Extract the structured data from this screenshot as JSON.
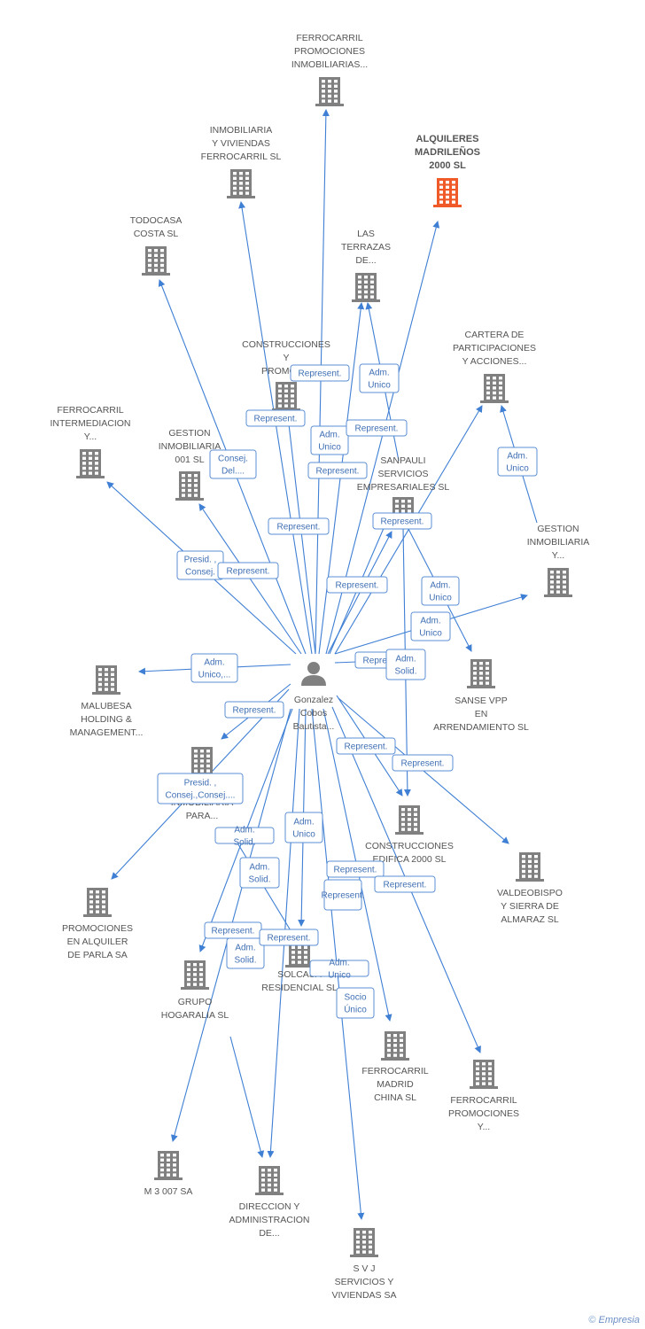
{
  "colors": {
    "edge": "#3f7fd4",
    "node": "#808080",
    "node_highlight": "#f05a28",
    "label_box_stroke": "#5b8fd6"
  },
  "icons": {
    "company": "building-icon",
    "person": "person-icon"
  },
  "person": {
    "label": [
      "Gonzalez",
      "Cobos",
      "Bautista..."
    ]
  },
  "companies": [
    {
      "id": "ferrocarril-promociones-inmobiliarias",
      "label": [
        "FERROCARRIL",
        "PROMOCIONES",
        "INMOBILIARIAS..."
      ],
      "highlight": false
    },
    {
      "id": "inmobiliaria-y-viviendas-ferrocarril",
      "label": [
        "INMOBILIARIA",
        "Y VIVIENDAS",
        "FERROCARRIL SL"
      ],
      "highlight": false
    },
    {
      "id": "alquileres-madrilenos-2000",
      "label": [
        "ALQUILERES",
        "MADRILEÑOS",
        "2000 SL"
      ],
      "highlight": true
    },
    {
      "id": "todocasa-costa",
      "label": [
        "TODOCASA",
        "COSTA SL"
      ],
      "highlight": false
    },
    {
      "id": "las-terrazas-de",
      "label": [
        "LAS",
        "TERRAZAS",
        "DE..."
      ],
      "highlight": false
    },
    {
      "id": "construcciones-y-promoc",
      "label": [
        "CONSTRUCCIONES",
        "Y",
        "PROMOC..."
      ],
      "highlight": false
    },
    {
      "id": "cartera-de-participaciones",
      "label": [
        "CARTERA DE",
        "PARTICIPACIONES",
        "Y ACCIONES..."
      ],
      "highlight": false
    },
    {
      "id": "ferrocarril-intermediacion",
      "label": [
        "FERROCARRIL",
        "INTERMEDIACION",
        "Y..."
      ],
      "highlight": false
    },
    {
      "id": "gestion-inmobiliaria-001",
      "label": [
        "GESTION",
        "INMOBILIARIA",
        "001 SL"
      ],
      "highlight": false
    },
    {
      "id": "sanpauli-servicios",
      "label": [
        "SANPAULI",
        "SERVICIOS",
        "EMPRESARIALES SL"
      ],
      "highlight": false
    },
    {
      "id": "gestion-inmobiliaria-y",
      "label": [
        "GESTION",
        "INMOBILIARIA",
        "Y..."
      ],
      "highlight": false
    },
    {
      "id": "malubesa-holding",
      "label": [
        "MALUBESA",
        "HOLDING &",
        "MANAGEMENT..."
      ],
      "highlight": false
    },
    {
      "id": "sanse-vpp",
      "label": [
        "SANSE VPP",
        "EN",
        "ARRENDAMIENTO SL"
      ],
      "highlight": false
    },
    {
      "id": "inmobiliaria-para",
      "label": [
        "INMOBILIARIA",
        "PARA..."
      ],
      "highlight": false
    },
    {
      "id": "construcciones-edifica-2000",
      "label": [
        "CONSTRUCCIONES",
        "EDIFICA 2000 SL"
      ],
      "highlight": false
    },
    {
      "id": "valdeobispo-y-sierra",
      "label": [
        "VALDEOBISPO",
        "Y SIERRA DE",
        "ALMARAZ SL"
      ],
      "highlight": false
    },
    {
      "id": "promociones-en-alquiler-parla",
      "label": [
        "PROMOCIONES",
        "EN ALQUILER",
        "DE PARLA SA"
      ],
      "highlight": false
    },
    {
      "id": "solcasa-residencial",
      "label": [
        "SOLCASA",
        "RESIDENCIAL SL"
      ],
      "highlight": false
    },
    {
      "id": "grupo-hogaralia",
      "label": [
        "GRUPO",
        "HOGARALIA SL"
      ],
      "highlight": false
    },
    {
      "id": "ferrocarril-madrid-china",
      "label": [
        "FERROCARRIL",
        "MADRID",
        "CHINA SL"
      ],
      "highlight": false
    },
    {
      "id": "ferrocarril-promociones-y",
      "label": [
        "FERROCARRIL",
        "PROMOCIONES",
        "Y..."
      ],
      "highlight": false
    },
    {
      "id": "m-3-007",
      "label": [
        "M 3 007 SA"
      ],
      "highlight": false
    },
    {
      "id": "direccion-y-administracion",
      "label": [
        "DIRECCION Y",
        "ADMINISTRACION",
        "DE..."
      ],
      "highlight": false
    },
    {
      "id": "svj-servicios-y-viviendas",
      "label": [
        "S V J",
        "SERVICIOS Y",
        "VIVIENDAS SA"
      ],
      "highlight": false
    }
  ],
  "relation_labels": [
    {
      "id": "r1",
      "lines": [
        "Represent."
      ]
    },
    {
      "id": "r2",
      "lines": [
        "Adm.",
        "Unico"
      ]
    },
    {
      "id": "r3",
      "lines": [
        "Represent."
      ]
    },
    {
      "id": "r4",
      "lines": [
        "Adm.",
        "Unico"
      ]
    },
    {
      "id": "r5",
      "lines": [
        "Represent."
      ]
    },
    {
      "id": "r6",
      "lines": [
        "Represent."
      ]
    },
    {
      "id": "r7",
      "lines": [
        "Consej.",
        "Del...."
      ]
    },
    {
      "id": "r8",
      "lines": [
        "Adm.",
        "Unico"
      ]
    },
    {
      "id": "r9",
      "lines": [
        "Represent."
      ]
    },
    {
      "id": "r10",
      "lines": [
        "Represent."
      ]
    },
    {
      "id": "r11",
      "lines": [
        "Presid. ,",
        "Consej."
      ]
    },
    {
      "id": "r12",
      "lines": [
        "Represent."
      ]
    },
    {
      "id": "r13",
      "lines": [
        "Represent."
      ]
    },
    {
      "id": "r14",
      "lines": [
        "Adm.",
        "Unico"
      ]
    },
    {
      "id": "r15",
      "lines": [
        "Adm.",
        "Unico"
      ]
    },
    {
      "id": "r16",
      "lines": [
        "Adm.",
        "Unico,..."
      ]
    },
    {
      "id": "r17",
      "lines": [
        "Represent."
      ]
    },
    {
      "id": "r18",
      "lines": [
        "Adm.",
        "Solid."
      ]
    },
    {
      "id": "r19",
      "lines": [
        "Represent."
      ]
    },
    {
      "id": "r20",
      "lines": [
        "Represent."
      ]
    },
    {
      "id": "r21",
      "lines": [
        "Presid. ,",
        "Consej.,Consej...."
      ]
    },
    {
      "id": "r22",
      "lines": [
        "Represent."
      ]
    },
    {
      "id": "r23",
      "lines": [
        "Adm.",
        "Unico"
      ]
    },
    {
      "id": "r24",
      "lines": [
        "Adm.",
        "Solid."
      ]
    },
    {
      "id": "r25",
      "lines": [
        "Represent."
      ]
    },
    {
      "id": "r26",
      "lines": [
        "Represent."
      ]
    },
    {
      "id": "r27",
      "lines": [
        "Adm.",
        "Solid."
      ]
    },
    {
      "id": "r28",
      "lines": [
        "Represent."
      ]
    },
    {
      "id": "r29",
      "lines": [
        "Represent."
      ]
    },
    {
      "id": "r30",
      "lines": [
        "Adm.",
        "Solid."
      ]
    },
    {
      "id": "r31",
      "lines": [
        "Represent."
      ]
    },
    {
      "id": "r32",
      "lines": [
        "Adm.",
        "Unico"
      ]
    },
    {
      "id": "r33",
      "lines": [
        "Socio",
        "Único"
      ]
    }
  ],
  "copyright": {
    "symbol": "©",
    "brand": "Empresia"
  }
}
